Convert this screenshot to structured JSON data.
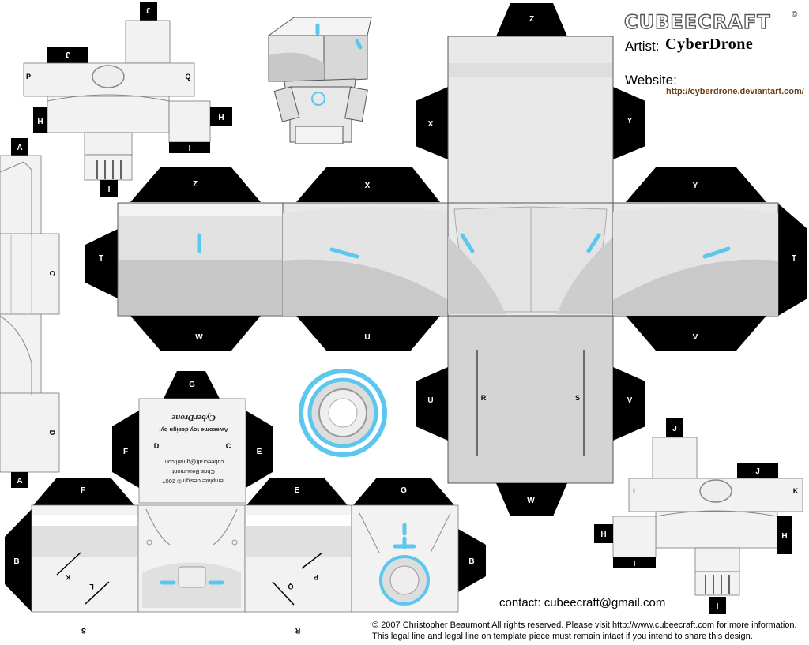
{
  "header": {
    "logo": "CUBEECRAFT",
    "logo_mark": "©",
    "artist_label": "Artist:",
    "artist_name": "CyberDrone",
    "website_label": "Website:",
    "website_url": "http://cyberdrone.deviantart.com/"
  },
  "credit_box": {
    "name": "CyberDrone",
    "awesome": "Awesome toy design by:",
    "email": "cubeecraft@gmail.com",
    "designer": "Chris Beaumont",
    "template": "template design © 2007"
  },
  "footer": {
    "contact": "contact: cubeecraft@gmail.com",
    "legal_line1": "© 2007 Christopher Beaumont All rights reserved. Please visit http://www.cubeecraft.com for more information.",
    "legal_line2": "This legal line and legal line on template piece must remain intact if you intend to share this design."
  },
  "tab_labels": {
    "z_top": "Z",
    "x_left": "X",
    "y_right": "Y",
    "w_bottom": "W",
    "head_z": "Z",
    "head_x": "X",
    "head_y": "Y",
    "head_t_left": "T",
    "head_t_right": "T",
    "head_w": "W",
    "head_u": "U",
    "head_v": "V",
    "chin_u": "U",
    "chin_v": "V",
    "chin_r": "R",
    "chin_s": "S",
    "arm_left_p": "P",
    "arm_left_q": "Q",
    "arm_left_j": "J",
    "arm_left_h1": "H",
    "arm_left_h2": "H",
    "arm_left_i1": "I",
    "arm_left_i2": "I",
    "arm_right_j1": "J",
    "arm_right_j2": "J",
    "arm_right_l": "L",
    "arm_right_k": "K",
    "arm_right_h1": "H",
    "arm_right_h2": "H",
    "arm_right_i1": "I",
    "arm_right_i2": "I",
    "leg_a_top": "A",
    "leg_a_bottom": "A",
    "leg_c": "C",
    "leg_d": "D",
    "body_g_top": "G",
    "body_f_side": "F",
    "body_e_side": "E",
    "body_c": "C",
    "body_d": "D",
    "body_f": "F",
    "body_e": "E",
    "body_g": "G",
    "body_b_left": "B",
    "body_b_right": "B",
    "body_k": "K",
    "body_l": "L",
    "body_p": "P",
    "body_q": "Q",
    "body_s": "S",
    "body_r": "R"
  },
  "colors": {
    "tab": "#000000",
    "panel": "#e8e8e8",
    "panel_light": "#f1f1f1",
    "panel_dark": "#c9c9c9",
    "accent": "#5cc7ee",
    "outline": "#666666"
  }
}
